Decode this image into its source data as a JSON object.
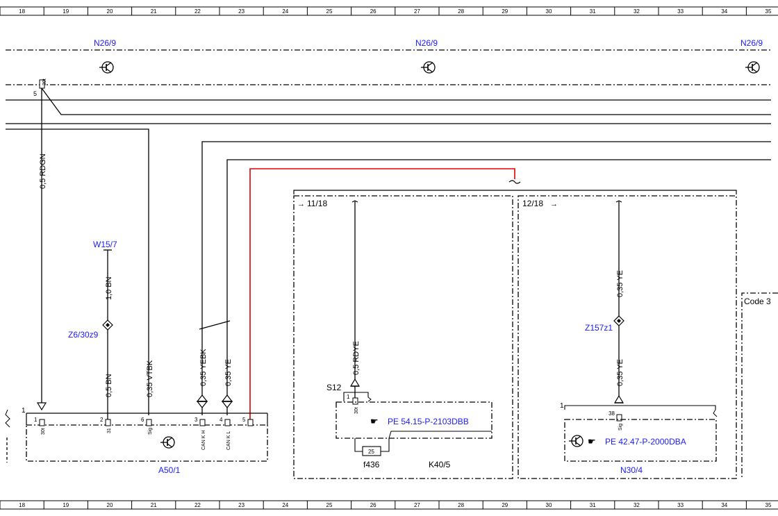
{
  "ruler": {
    "columns": [
      "18",
      "19",
      "20",
      "21",
      "22",
      "23",
      "24",
      "25",
      "26",
      "27",
      "28",
      "29",
      "30",
      "31",
      "32",
      "33",
      "34",
      "35"
    ]
  },
  "components": {
    "n26_left": "N26/9",
    "n26_mid": "N26/9",
    "n26_right": "N26/9",
    "w15_7": "W15/7",
    "z6_30z9": "Z6/30z9",
    "a50_1": "A50/1",
    "s12": "S12",
    "f436": "f436",
    "k40_5": "K40/5",
    "z157z1": "Z157z1",
    "n30_4": "N30/4",
    "code": "Code 3"
  },
  "wires": {
    "rdgn": "0,5 RDGN",
    "bn_top": "1,0 BN",
    "bn_bottom": "0,5 BN",
    "vtbk": "0,35 VTBK",
    "yebk": "0,35 YEBK",
    "ye_left": "0,35 YE",
    "rdye": "0,5 RDYE",
    "ye_top": "0,35 YE",
    "ye_bottom": "0,35 YE"
  },
  "refs": {
    "left_ref": "11/18",
    "right_ref": "12/18",
    "pe_k40": "PE 54.15-P-2103DBB",
    "pe_n30": "PE 42.47-P-2000DBA"
  },
  "pins": {
    "n26_pin_num": "5",
    "n26_pin_sig": "30t",
    "a50_1": "1",
    "a50_1_sig": "30t",
    "a50_2": "2",
    "a50_2_sig": "31",
    "a50_6": "6",
    "a50_6_sig": "Sig",
    "a50_3": "3",
    "a50_3_sig": "CAN K H",
    "a50_4": "4",
    "a50_4_sig": "CAN K L",
    "a50_5": "5",
    "a50_bus": "1",
    "k40_pin": "1",
    "k40_sig": "30t",
    "fuse": "25",
    "n30_bus": "1",
    "n30_pin": "38",
    "n30_sig": "Sig"
  },
  "colors": {
    "line": "#000000",
    "label_blue": "#1a1aff",
    "red_wire": "#e00000"
  }
}
